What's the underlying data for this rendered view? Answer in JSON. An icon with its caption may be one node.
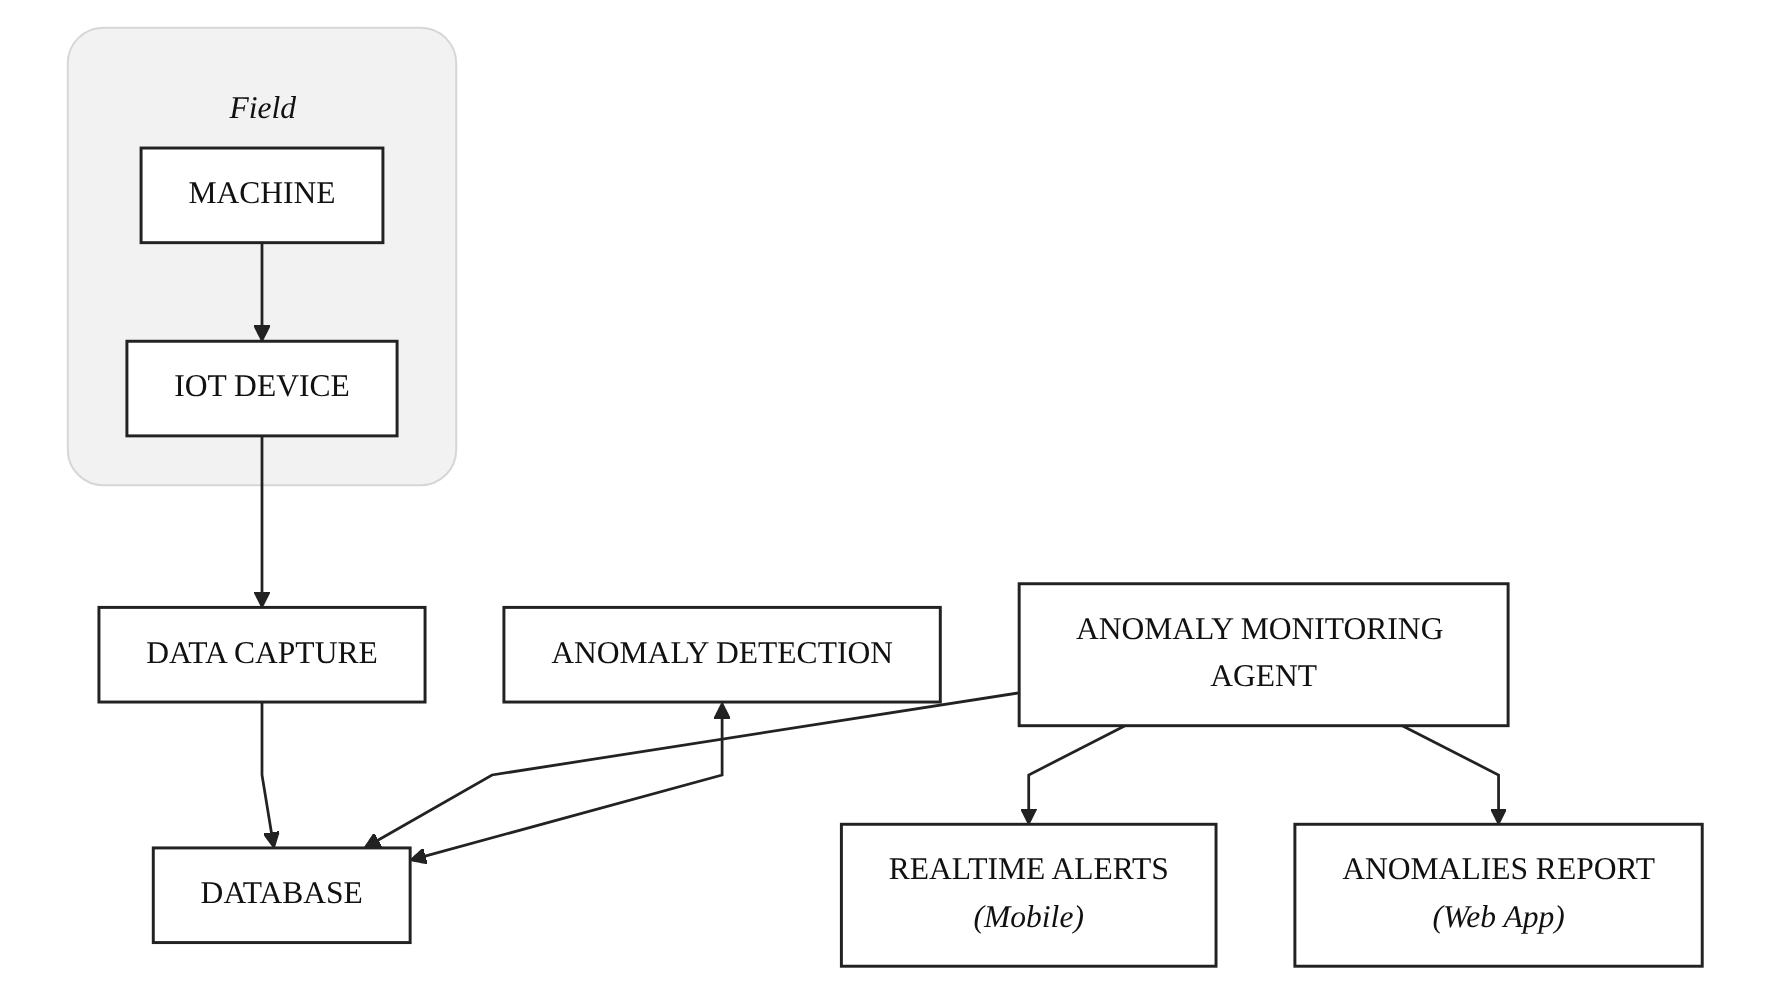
{
  "diagram": {
    "nodes": [
      {
        "text": [
          "Field"
        ]
      },
      {
        "text": [
          "IOT DEVICE"
        ],
        "in": 0
      },
      {
        "text": [
          "MACHINE"
        ],
        "in": 0
      },
      {
        "text": [
          "DATA CAPTURE"
        ]
      },
      {
        "text": [
          "ANOMALY MONITORING AGENT"
        ]
      },
      {
        "text": [
          "ANOMALY DETECTION"
        ]
      },
      {
        "text": [
          "DATABASE"
        ]
      },
      {
        "text": [
          "REALTIME ALERTS",
          "(Mobile)"
        ]
      },
      {
        "text": [
          "ANOMALIES REPORT",
          "(Web App)"
        ]
      }
    ],
    "edges": [
      {
        "from": 2,
        "to": 1,
        "arrow": "to"
      },
      {
        "from": 1,
        "to": 3,
        "arrow": "to"
      },
      {
        "from": 3,
        "to": 6,
        "arrow": "to"
      },
      {
        "from": 4,
        "to": 6,
        "arrow": "to"
      },
      {
        "from": 5,
        "to": 6,
        "arrow": "both"
      },
      {
        "from": 4,
        "to": 7,
        "arrow": "to"
      },
      {
        "from": 4,
        "to": 8,
        "arrow": "to"
      }
    ]
  }
}
